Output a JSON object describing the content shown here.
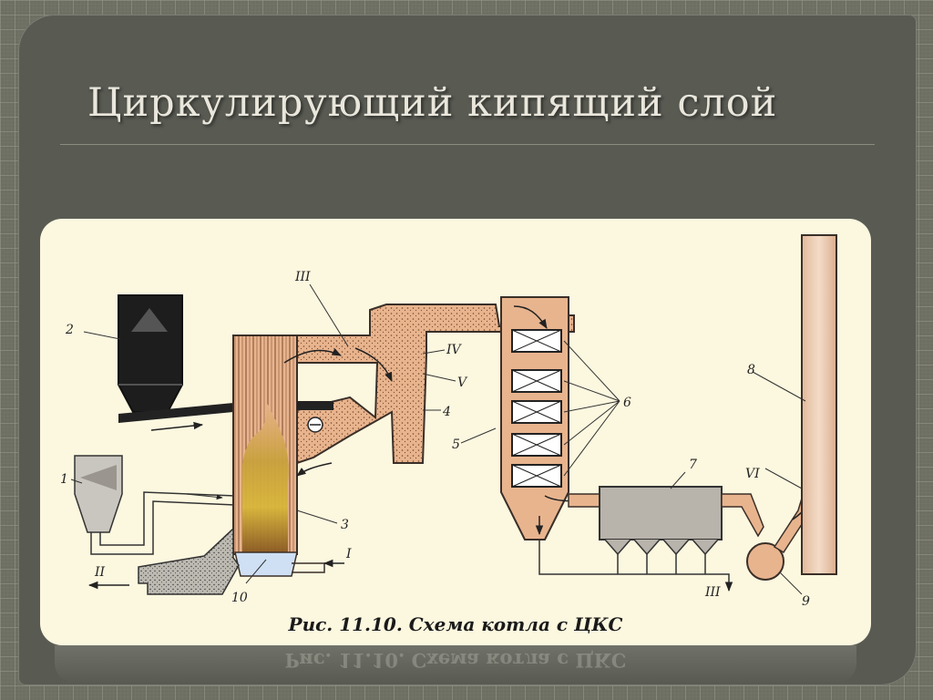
{
  "slide": {
    "title": "Циркулирующий кипящий слой"
  },
  "figure": {
    "caption": "Рис. 11.10. Схема котла с ЦКС",
    "labels": {
      "n1": "1",
      "n2": "2",
      "n3": "3",
      "n4": "4",
      "n5": "5",
      "n6": "6",
      "n7": "7",
      "n8": "8",
      "n9": "9",
      "n10": "10",
      "rI": "I",
      "rII": "II",
      "rIII_top": "III",
      "rIII_bottom": "III",
      "rIV": "IV",
      "rV": "V",
      "rVI": "VI"
    }
  },
  "colors": {
    "background": "#6d6f62",
    "card": "#fcf7df",
    "duct": "#e8b48e",
    "outline": "#3a2f28",
    "hopper": "#1d1d1d",
    "filter": "#b8b3ab",
    "stack": "#e9c6aa"
  }
}
